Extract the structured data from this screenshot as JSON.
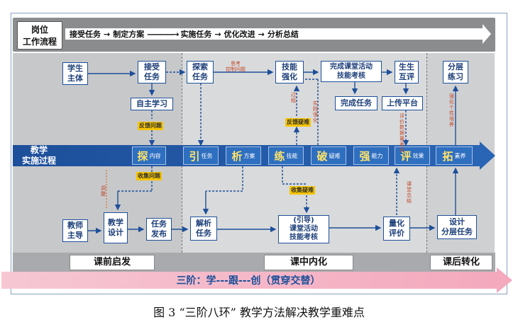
{
  "header": {
    "label": "岗位\n工作流程",
    "flow": [
      "接受任务",
      "制定方案",
      "实施任务",
      "优化改进",
      "分析总结"
    ]
  },
  "band": {
    "title": "教学\n实施过程",
    "stages": [
      {
        "big": "探",
        "small": "内容"
      },
      {
        "big": "引",
        "small": "任务"
      },
      {
        "big": "析",
        "small": "方案"
      },
      {
        "big": "练",
        "small": "技能"
      },
      {
        "big": "破",
        "small": "疑难"
      },
      {
        "big": "强",
        "small": "能力"
      },
      {
        "big": "评",
        "small": "效果"
      },
      {
        "big": "拓",
        "small": "素养"
      }
    ]
  },
  "top_boxes": {
    "student_main": "学生\n主体",
    "accept_task": "接受\n任务",
    "self_study": "自主学习",
    "explore_task": "探索\n任务",
    "skill_strengthen": "技能\n强化",
    "complete_activity": "完成课堂活动\n技能考核",
    "complete_task": "完成任务",
    "student_review": "生生\n互评",
    "upload_platform": "上传平台",
    "layered_practice": "分层\n练习"
  },
  "bottom_boxes": {
    "teacher_lead": "教师\n主导",
    "teaching_design": "教学\n设计",
    "task_release": "任务\n发布",
    "analyze_task": "解析\n任务",
    "guide_activity": "(引导)\n课堂活动\n技能考核",
    "quantify_eval": "量化\n评价",
    "design_layered": "设计\n分层任务"
  },
  "tags": {
    "feedback_issue": "反馈问题",
    "collect_issue": "收集问题",
    "feedback_doubt": "反馈疑难",
    "collect_doubt": "收集疑难"
  },
  "red_notes": {
    "think_control": "思考\n控制问题",
    "process": "过\n程",
    "reinforce": "实\n践\n强\n化",
    "eval_data": "评\n价\n数\n据\n量\n表\n化",
    "adjust": "调\n整",
    "course_summary": "课\n堂\n总\n结",
    "personalized": "强\n化\n个\n性\n培\n养"
  },
  "phases": [
    "课前启发",
    "课中内化",
    "课后转化"
  ],
  "bottom_banner": "三阶：学---跟---创（贯穿交替）",
  "caption": "图 3 “三阶八环” 教学方法解决教学重难点",
  "colors": {
    "band": "#1d4f9a",
    "tag": "#f6c500",
    "note": "#c2492c",
    "banner": "#f4a9bd"
  }
}
